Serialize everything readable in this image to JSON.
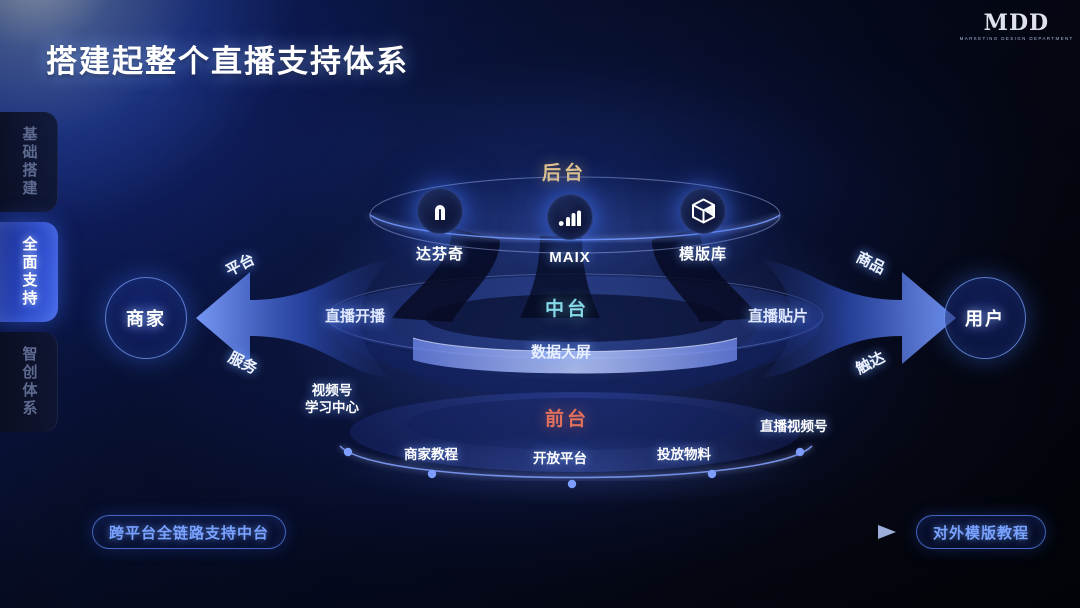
{
  "slide": {
    "title": "搭建起整个直播支持体系",
    "background_accent": "#1a3bb8",
    "logo": {
      "mark": "MDD",
      "subtitle": "MARKETING DESIGN DEPARTMENT"
    }
  },
  "sidebar": {
    "items": [
      {
        "label": "基础搭建",
        "active": false
      },
      {
        "label": "全面支持",
        "active": true
      },
      {
        "label": "智创体系",
        "active": false
      }
    ]
  },
  "nodes": {
    "left": {
      "label": "商家"
    },
    "right": {
      "label": "用户"
    }
  },
  "arrows": {
    "left_top": "平台",
    "left_bottom": "服务",
    "right_top": "商品",
    "right_bottom": "触达"
  },
  "layers": [
    {
      "key": "backend",
      "title": "后台",
      "color": "#e3c58e",
      "items": [
        {
          "label": "达芬奇",
          "icon": "arch-icon"
        },
        {
          "label": "MAIX",
          "icon": "signal-wave-icon"
        },
        {
          "label": "模版库",
          "icon": "cube-icon"
        }
      ]
    },
    {
      "key": "middle",
      "title": "中台",
      "color": "#86d9e8",
      "items": [
        {
          "label": "直播开播"
        },
        {
          "label": "数据大屏"
        },
        {
          "label": "直播贴片"
        }
      ]
    },
    {
      "key": "front",
      "title": "前台",
      "color": "#e0705c",
      "items": [
        {
          "label": "视频号\n学习中心"
        },
        {
          "label": "商家教程"
        },
        {
          "label": "开放平台"
        },
        {
          "label": "投放物料"
        },
        {
          "label": "直播视频号"
        }
      ]
    }
  ],
  "footer": {
    "left_pill": "跨平台全链路支持中台",
    "right_pill": "对外模版教程",
    "connector": "arrow-right-icon"
  }
}
